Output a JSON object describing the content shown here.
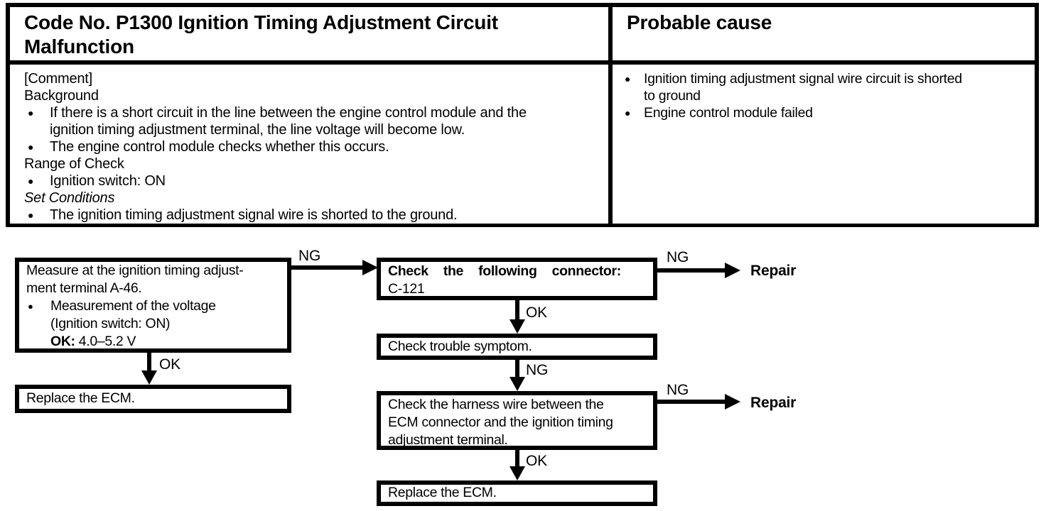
{
  "glyphs": {
    "bullet": "●"
  },
  "colors": {
    "ink": "#000000",
    "paper": "#ffffff"
  },
  "table": {
    "title_left": "Code No. P1300 Ignition Timing Adjustment Circuit\nMalfunction",
    "title_right": "Probable cause",
    "left": {
      "comment_tag": "[Comment]",
      "background_heading": "Background",
      "bullet1": "If there is a short circuit in the line between the engine control module and the\nignition timing adjustment terminal, the line voltage will become low.",
      "bullet2": "The engine control module checks whether this occurs.",
      "range_heading": "Range of Check",
      "bullet3": "Ignition switch: ON",
      "set_heading": "Set Conditions",
      "bullet4": "The ignition timing adjustment signal wire is shorted to the ground."
    },
    "right": {
      "bullet1": "Ignition timing adjustment signal wire circuit is shorted\nto ground",
      "bullet2": "Engine control module failed"
    }
  },
  "flow": {
    "step1": {
      "text": "Measure at the ignition timing adjust-\nment terminal A-46.",
      "bullet": "Measurement of the voltage",
      "condition": "(Ignition switch: ON)",
      "ok_label": "OK:",
      "ok_value": " 4.0–5.2 V"
    },
    "replace_left": "Replace the ECM.",
    "step2": {
      "line1": "Check the following connector:",
      "line2": "C-121"
    },
    "step3": "Check trouble symptom.",
    "step4": "Check the harness wire between the\nECM connector and the ignition timing\nadjustment terminal.",
    "step5": "Replace the ECM.",
    "ng": "NG",
    "ok": "OK",
    "repair": "Repair"
  }
}
